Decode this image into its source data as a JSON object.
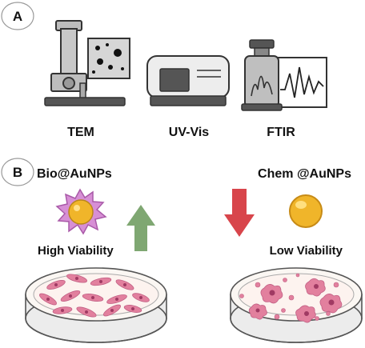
{
  "panel_a": {
    "badge": "A",
    "techniques": [
      {
        "label": "TEM",
        "icon": "tem-microscope-icon"
      },
      {
        "label": "UV-Vis",
        "icon": "uv-vis-spectrophotometer-icon"
      },
      {
        "label": "FTIR",
        "icon": "ftir-spectrometer-icon"
      }
    ]
  },
  "panel_b": {
    "badge": "B",
    "bio": {
      "label": "Bio@AuNPs",
      "viability": "High Viability",
      "arrow_color": "#7fa772",
      "arrow": "up"
    },
    "chem": {
      "label": "Chem @AuNPs",
      "viability": "Low Viability",
      "arrow_color": "#d8454b",
      "arrow": "down"
    }
  },
  "colors": {
    "cell": "#e2809e",
    "nucleus": "#a03a63",
    "gold": "#f0b52a",
    "purple_shell": "#d78fd5"
  }
}
